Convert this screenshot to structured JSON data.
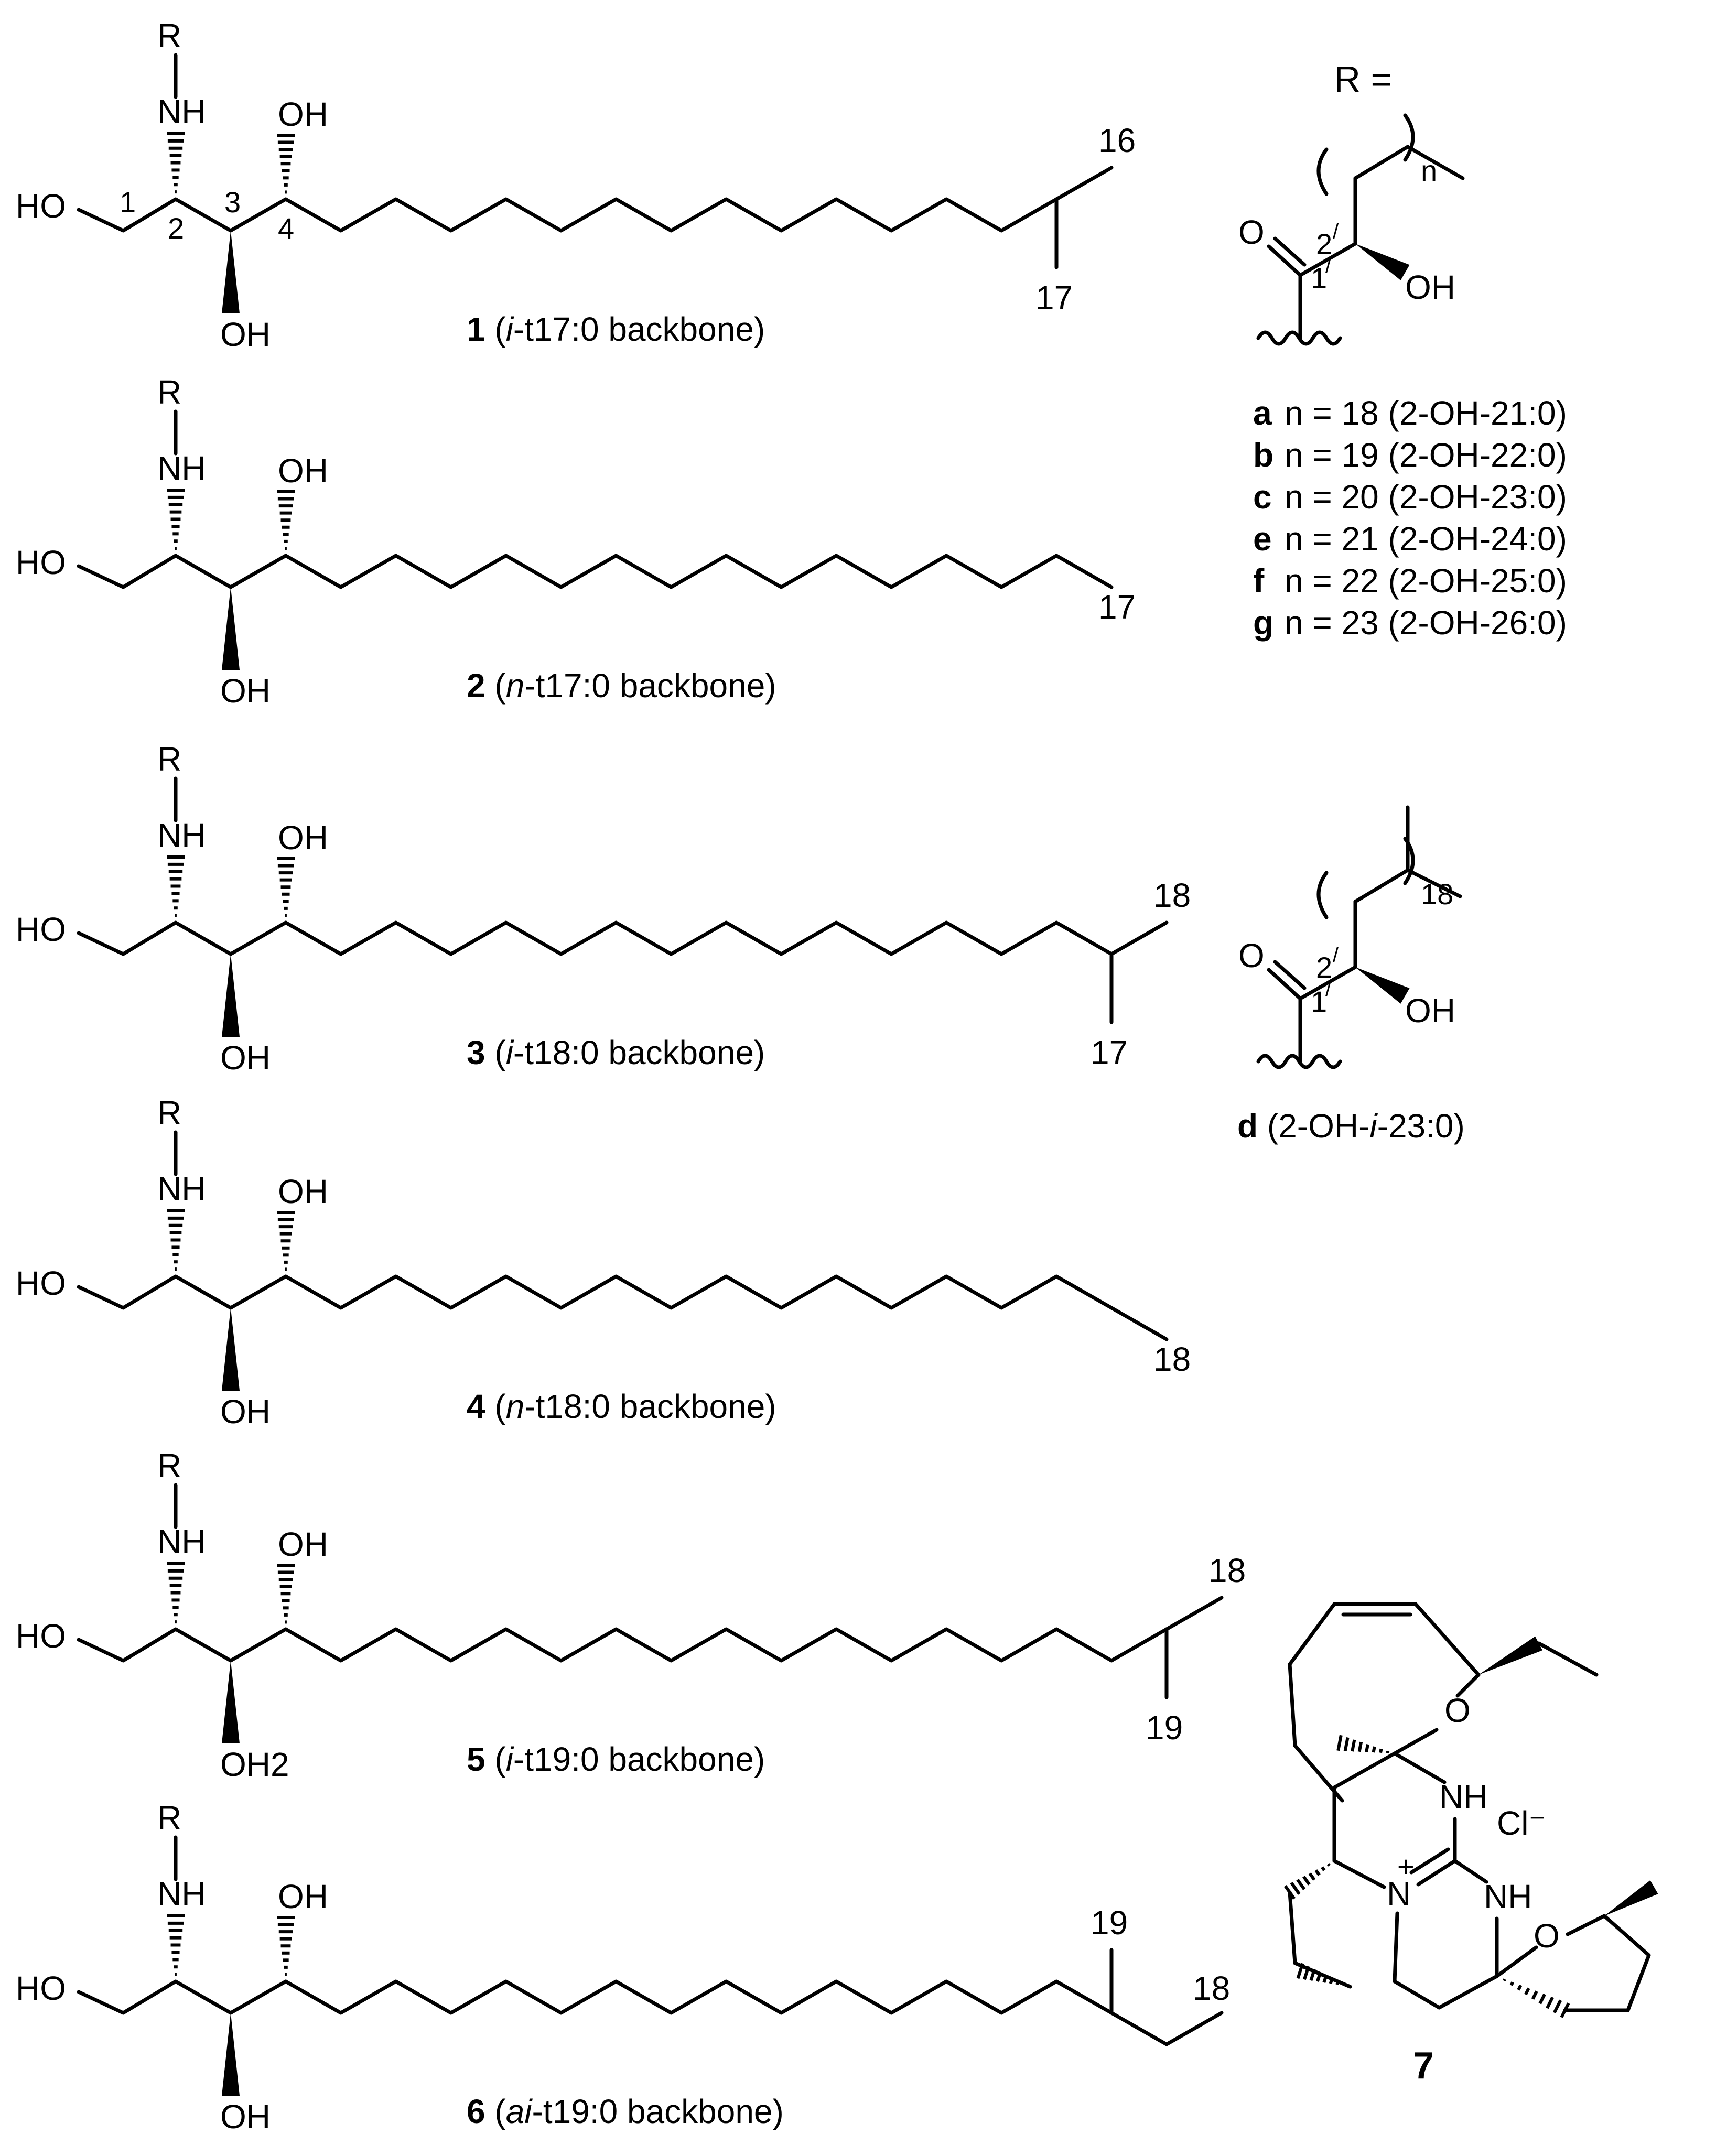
{
  "rgroup": {
    "header": "R =",
    "loop_label": "n",
    "carbonyl_o": "O",
    "hydroxyl": "OH",
    "pos1": "1",
    "pos2": "2",
    "prime": "/",
    "entries": [
      {
        "letter": "a",
        "desc": "n = 18 (2-OH-21:0)"
      },
      {
        "letter": "b",
        "desc": "n = 19 (2-OH-22:0)"
      },
      {
        "letter": "c",
        "desc": "n = 20 (2-OH-23:0)"
      },
      {
        "letter": "e",
        "desc": "n = 21 (2-OH-24:0)"
      },
      {
        "letter": "f",
        "desc": "n = 22 (2-OH-25:0)"
      },
      {
        "letter": "g",
        "desc": "n = 23 (2-OH-26:0)"
      }
    ],
    "d": {
      "loop_label": "18",
      "letter": "d",
      "desc_pre": "(2-OH-",
      "desc_italic": "i",
      "desc_post": "-23:0)"
    }
  },
  "compounds": [
    {
      "num": "1",
      "pre": "(",
      "italic": "i",
      "post": "-t17:0 backbone)",
      "ends": [
        "16",
        "17"
      ],
      "bottom_oh": "OH",
      "numbered": [
        "1",
        "2",
        "3",
        "4"
      ]
    },
    {
      "num": "2",
      "pre": "(",
      "italic": "n",
      "post": "-t17:0 backbone)",
      "ends": [
        "17"
      ],
      "bottom_oh": "OH"
    },
    {
      "num": "3",
      "pre": "(",
      "italic": "i",
      "post": "-t18:0 backbone)",
      "ends": [
        "18",
        "17"
      ],
      "bottom_oh": "OH"
    },
    {
      "num": "4",
      "pre": "(",
      "italic": "n",
      "post": "-t18:0 backbone)",
      "ends": [
        "18"
      ],
      "bottom_oh": "OH"
    },
    {
      "num": "5",
      "pre": "(",
      "italic": "i",
      "post": "-t19:0 backbone)",
      "ends": [
        "18",
        "19"
      ],
      "bottom_oh": "OH2"
    },
    {
      "num": "6",
      "pre": "(",
      "italic": "ai",
      "post": "-t19:0 backbone)",
      "ends": [
        "19",
        "18"
      ],
      "bottom_oh": "OH"
    }
  ],
  "common": {
    "r": "R",
    "nh": "NH",
    "ho": "HO",
    "oh": "OH"
  },
  "compound7": {
    "num": "7",
    "o_top": "O",
    "nh_top": "NH",
    "counterion": "Cl⁻",
    "n_plus": "N",
    "plus": "+",
    "nh_bottom": "NH",
    "o_bottom": "O"
  }
}
